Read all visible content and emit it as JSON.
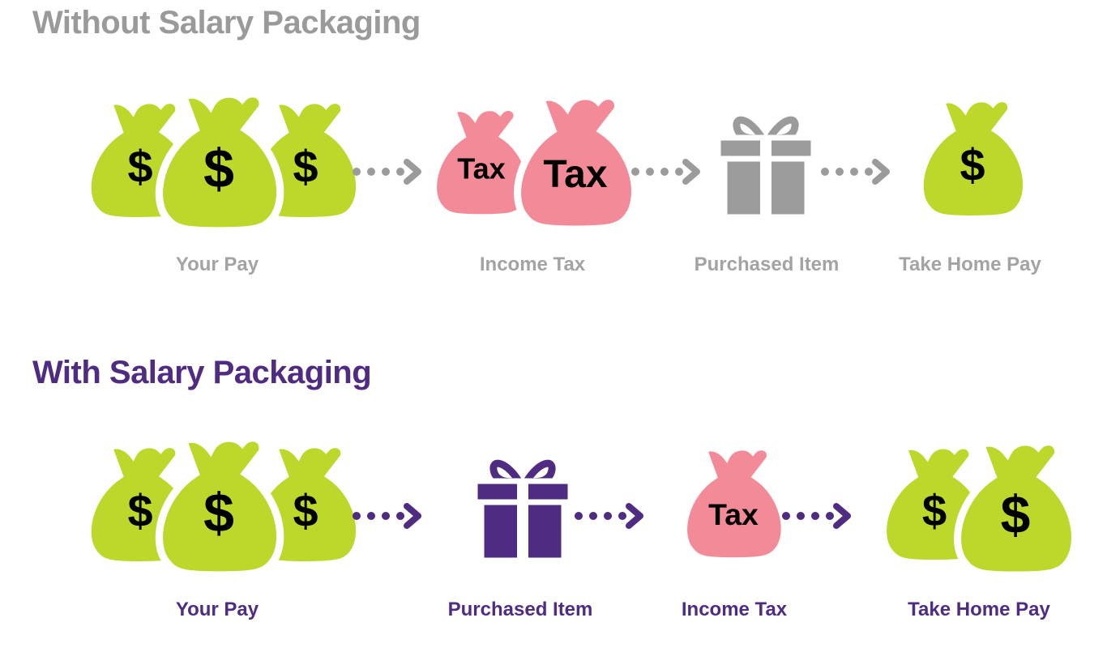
{
  "colors": {
    "money_green": "#bdd72a",
    "tax_pink": "#f28b97",
    "gray": "#9b9b9b",
    "purple": "#4f2c82",
    "label_gray": "#a3a3a3",
    "title_gray": "#9a9a9a"
  },
  "without": {
    "title": "Without Salary Packaging",
    "steps": [
      {
        "label": "Your Pay",
        "icon": "money-bags-icon",
        "count": 3
      },
      {
        "label": "Income Tax",
        "icon": "tax-bags-icon",
        "count": 2
      },
      {
        "label": "Purchased Item",
        "icon": "gift-box-icon",
        "count": 1
      },
      {
        "label": "Take Home Pay",
        "icon": "money-bag-icon",
        "count": 1
      }
    ]
  },
  "with": {
    "title": "With Salary Packaging",
    "steps": [
      {
        "label": "Your Pay",
        "icon": "money-bags-icon",
        "count": 3
      },
      {
        "label": "Purchased Item",
        "icon": "gift-box-icon",
        "count": 1
      },
      {
        "label": "Income Tax",
        "icon": "tax-bag-icon",
        "count": 1
      },
      {
        "label": "Take Home Pay",
        "icon": "money-bags-icon",
        "count": 2
      }
    ]
  },
  "glyphs": {
    "dollar": "$",
    "tax": "Tax"
  }
}
